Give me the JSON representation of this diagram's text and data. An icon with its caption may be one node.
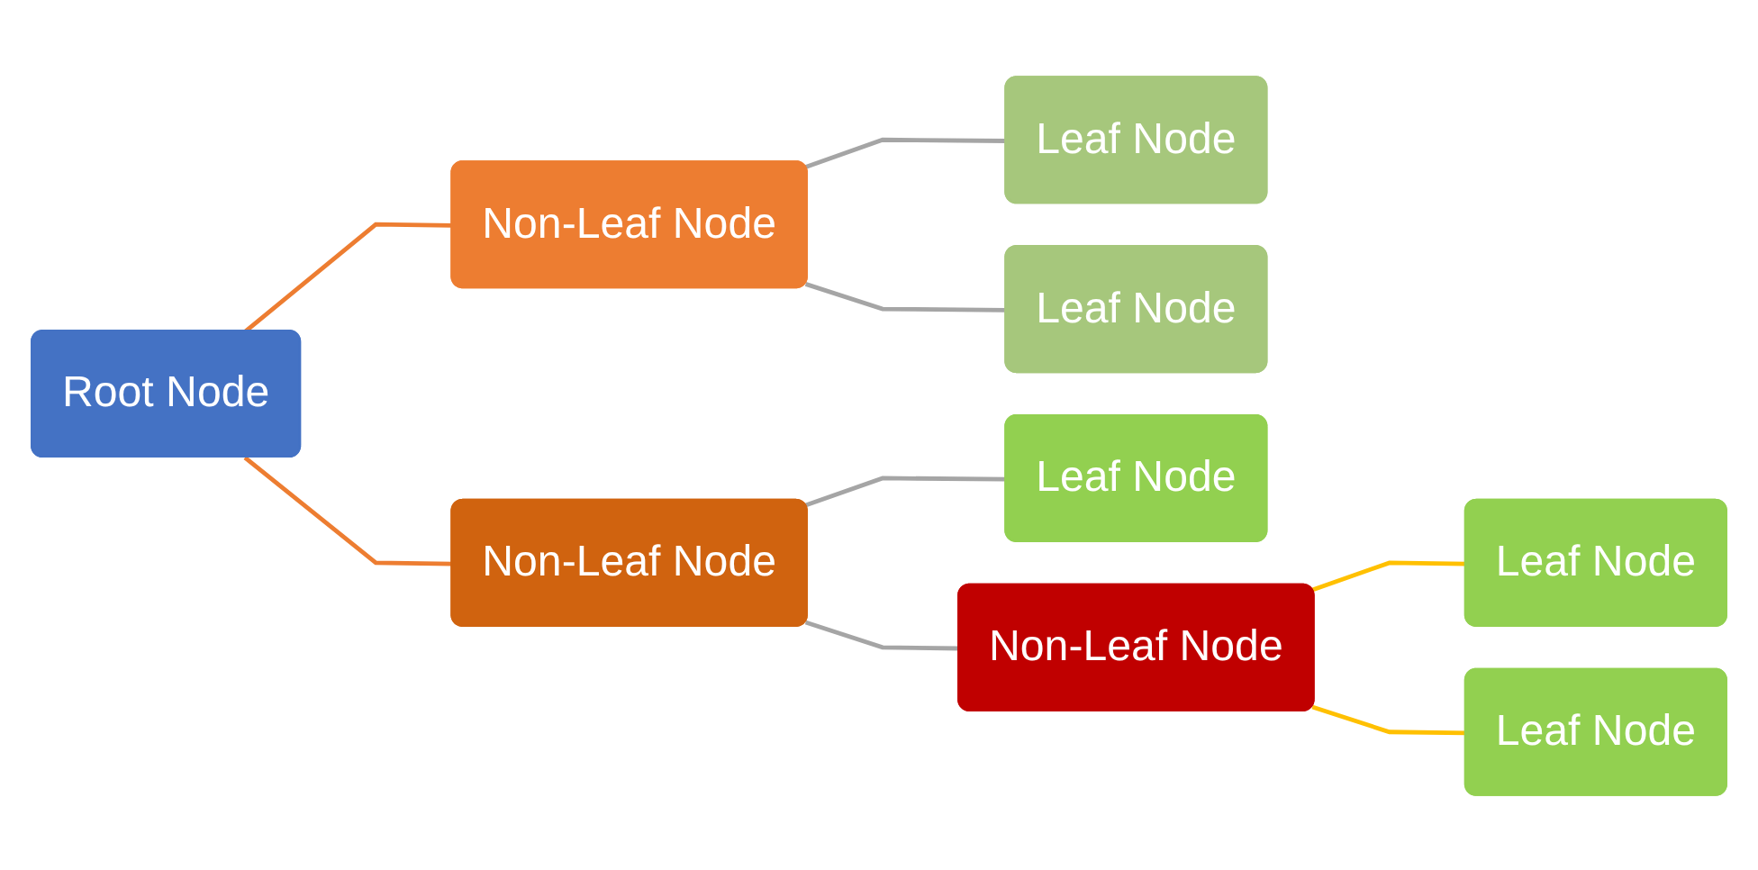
{
  "diagram": {
    "nodes": [
      {
        "text": [
          "Root Node"
        ]
      },
      {
        "text": [
          "Non-Leaf Node"
        ]
      },
      {
        "text": [
          "Non-Leaf Node"
        ]
      },
      {
        "text": [
          "Leaf Node"
        ]
      },
      {
        "text": [
          "Leaf Node"
        ]
      },
      {
        "text": [
          "Leaf Node"
        ]
      },
      {
        "text": [
          "Non-Leaf Node"
        ]
      },
      {
        "text": [
          "Leaf Node"
        ]
      },
      {
        "text": [
          "Leaf Node"
        ]
      }
    ],
    "edges": [
      {
        "from": 0,
        "to": 1,
        "arrow": "none",
        "color": "#ed7d31"
      },
      {
        "from": 0,
        "to": 2,
        "arrow": "none",
        "color": "#ed7d31"
      },
      {
        "from": 1,
        "to": 3,
        "arrow": "none"
      },
      {
        "from": 1,
        "to": 4,
        "arrow": "none"
      },
      {
        "from": 2,
        "to": 5,
        "arrow": "none"
      },
      {
        "from": 2,
        "to": 6,
        "arrow": "none"
      },
      {
        "from": 6,
        "to": 7,
        "arrow": "none",
        "color": "#ffc000"
      },
      {
        "from": 6,
        "to": 8,
        "arrow": "none",
        "color": "#ffc000"
      }
    ]
  }
}
